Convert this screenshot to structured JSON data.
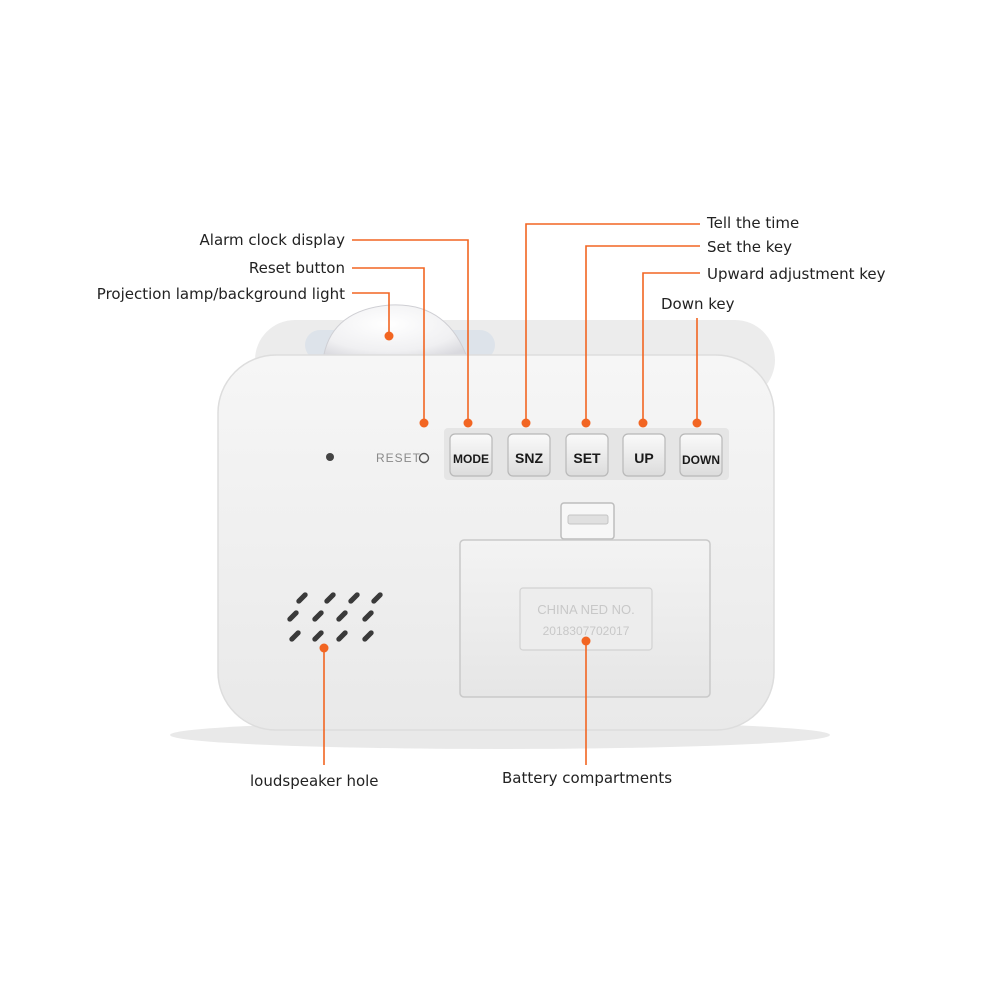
{
  "labels": {
    "alarm_display": "Alarm clock display",
    "reset_button": "Reset button",
    "projection_lamp": "Projection lamp/background light",
    "tell_time": "Tell the time",
    "set_key": "Set the key",
    "upward_key": "Upward adjustment key",
    "down_key": "Down key",
    "loudspeaker": "loudspeaker hole",
    "battery": "Battery compartments"
  },
  "device": {
    "reset_text": "RESET",
    "buttons": [
      "MODE",
      "SNZ",
      "SET",
      "UP",
      "DOWN"
    ],
    "battery_cover_line1": "CHINA NED NO.",
    "battery_cover_line2": "2018307702017"
  },
  "colors": {
    "callout": "#f26522",
    "body": "#f1f1f1",
    "text": "#222222"
  }
}
